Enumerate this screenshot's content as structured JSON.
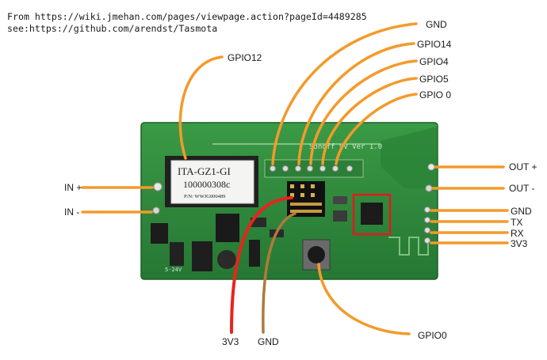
{
  "source": {
    "line1": "From https://wiki.jmehan.com/pages/viewpage.action?pageId=4489285",
    "line2": "see:https://github.com/arendst/Tasmota"
  },
  "labels": {
    "gnd_top": "GND",
    "gpio14": "GPIO14",
    "gpio4": "GPIO4",
    "gpio5": "GPIO5",
    "gpio0_top": "GPIO 0",
    "gpio12": "GPIO12",
    "in_plus": "IN +",
    "in_minus": "IN -",
    "out_plus": "OUT +",
    "out_minus": "OUT -",
    "gnd_right": "GND",
    "tx": "TX",
    "rx": "RX",
    "v33_right": "3V3",
    "v33_bottom": "3V3",
    "gnd_bottom": "GND",
    "gpio0_bottom": "GPIO0"
  },
  "board": {
    "module_line1": "ITA-GZ1-GI",
    "module_line2": "100000308c",
    "module_line3": "P/N: WWJG000489",
    "silkscreen": "Sonoff SV Ver 1.0",
    "voltage": "5-24V"
  },
  "colors": {
    "wire": "#f39a2b",
    "wire_red": "#e8241c",
    "wire_brown": "#b07a3a",
    "pcb": "#2f8a3a",
    "highlight": "#e01b1b"
  }
}
